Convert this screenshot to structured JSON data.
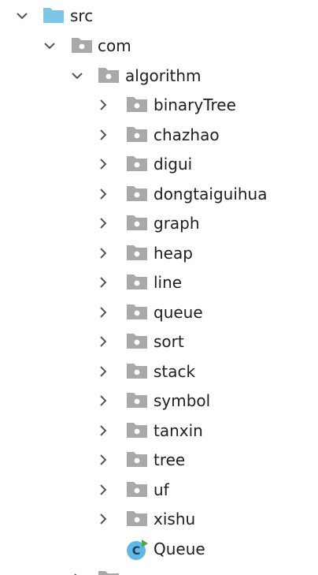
{
  "tree": {
    "src": {
      "label": "src",
      "icon": "source-folder-icon",
      "expanded": true
    },
    "com": {
      "label": "com",
      "icon": "package-folder-icon",
      "expanded": true
    },
    "algorithm": {
      "label": "algorithm",
      "icon": "package-folder-icon",
      "expanded": true
    },
    "packages": [
      {
        "label": "binaryTree"
      },
      {
        "label": "chazhao"
      },
      {
        "label": "digui"
      },
      {
        "label": "dongtaiguihua"
      },
      {
        "label": "graph"
      },
      {
        "label": "heap"
      },
      {
        "label": "line"
      },
      {
        "label": "queue"
      },
      {
        "label": "sort"
      },
      {
        "label": "stack"
      },
      {
        "label": "symbol"
      },
      {
        "label": "tanxin"
      },
      {
        "label": "tree"
      },
      {
        "label": "uf"
      },
      {
        "label": "xishu"
      }
    ],
    "class_file": {
      "label": "Queue",
      "icon": "java-class-icon",
      "badge": "C"
    }
  },
  "colors": {
    "source_folder": "#7ec6e6",
    "package_folder": "#a9a9a9",
    "class_icon_bg": "#5fb8e6",
    "class_icon_run": "#49a94d",
    "chevron": "#555555",
    "text": "#1e1e1e"
  }
}
